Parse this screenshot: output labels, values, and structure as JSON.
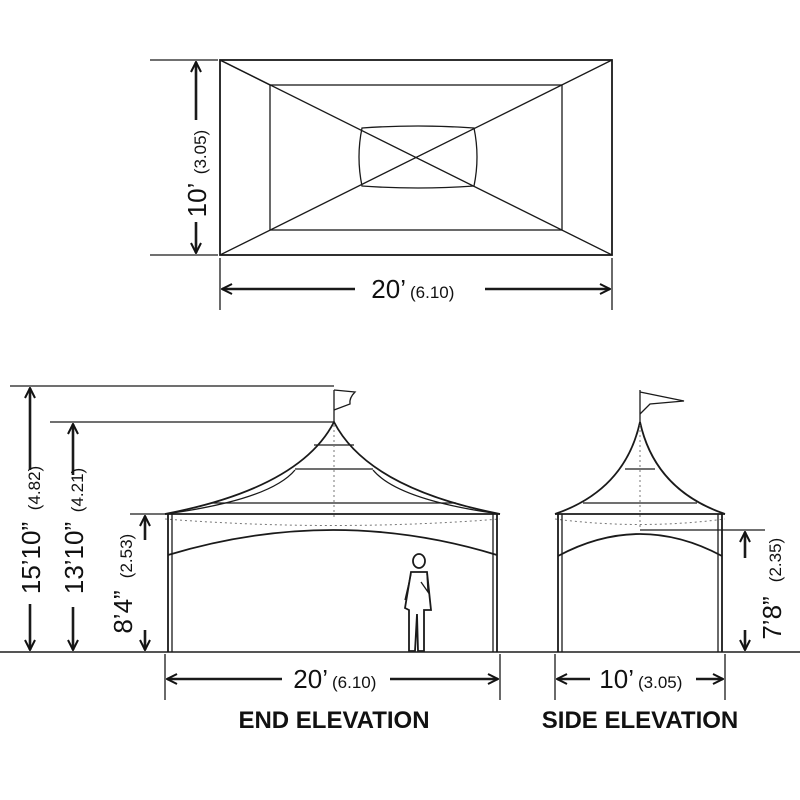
{
  "plan_view": {
    "width_dim": {
      "main": "20’",
      "metric": "(6.10)"
    },
    "depth_dim": {
      "main": "10’",
      "metric": "(3.05)"
    }
  },
  "end_elevation": {
    "title": "END ELEVATION",
    "total_height": {
      "main": "15’10”",
      "metric": "(4.82)"
    },
    "peak_height": {
      "main": "13’10”",
      "metric": "(4.21)"
    },
    "eave_height": {
      "main": "8’4”",
      "metric": "(2.53)"
    },
    "width_dim": {
      "main": "20’",
      "metric": "(6.10)"
    }
  },
  "side_elevation": {
    "title": "SIDE ELEVATION",
    "clearance_height": {
      "main": "7’8”",
      "metric": "(2.35)"
    },
    "width_dim": {
      "main": "10’",
      "metric": "(3.05)"
    }
  }
}
